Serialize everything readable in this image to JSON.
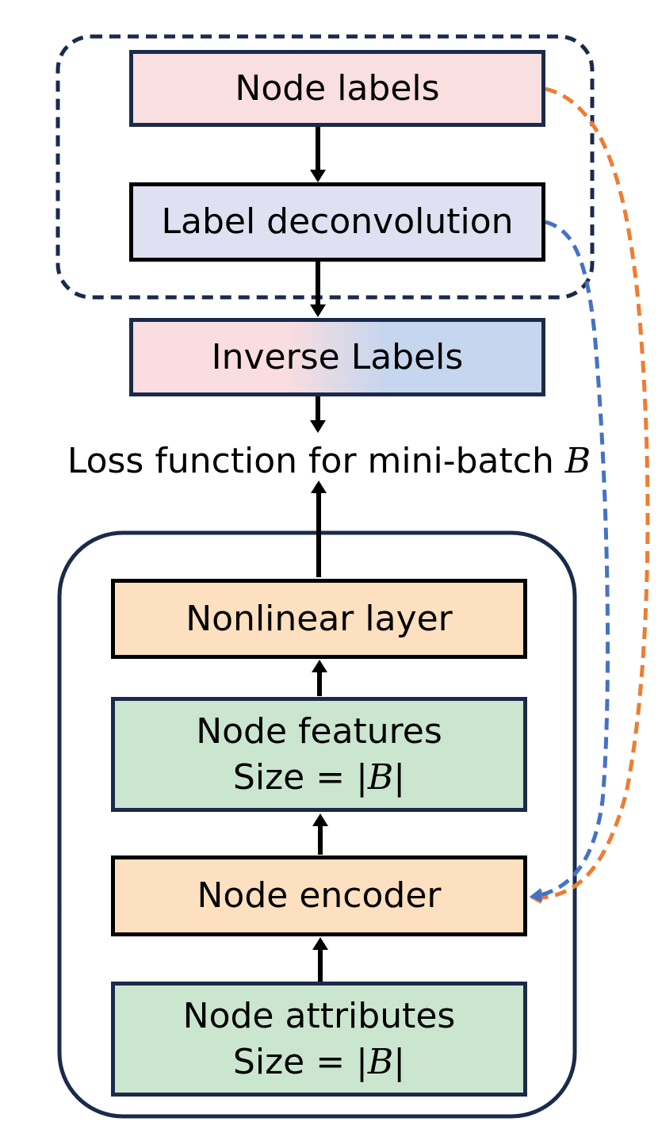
{
  "colors": {
    "node_labels": "#fadfe1",
    "label_deconvolution": "#dfe1f2",
    "inverse_labels_start": "#f9dde0",
    "inverse_labels_end": "#c5d6ee",
    "orange_boxes": "#fde0bf",
    "green_boxes": "#cbe6cf",
    "box_border": "#1b2a4a",
    "orange_dash": "#ed7d31",
    "blue_dash": "#4472c4",
    "arrow": "#000000"
  },
  "top_group": {
    "node_labels": "Node labels",
    "label_deconvolution": "Label deconvolution"
  },
  "inverse_labels": "Inverse Labels",
  "loss": {
    "text": "Loss function for mini-batch ",
    "symbol": "B"
  },
  "model_group": {
    "nonlinear_layer": "Nonlinear layer",
    "node_features": {
      "line1": "Node features",
      "size_prefix": "Size = |",
      "symbol": "B",
      "size_suffix": "|"
    },
    "node_encoder": "Node encoder",
    "node_attributes": {
      "line1": "Node attributes",
      "size_prefix": "Size = |",
      "symbol": "B",
      "size_suffix": "|"
    }
  }
}
